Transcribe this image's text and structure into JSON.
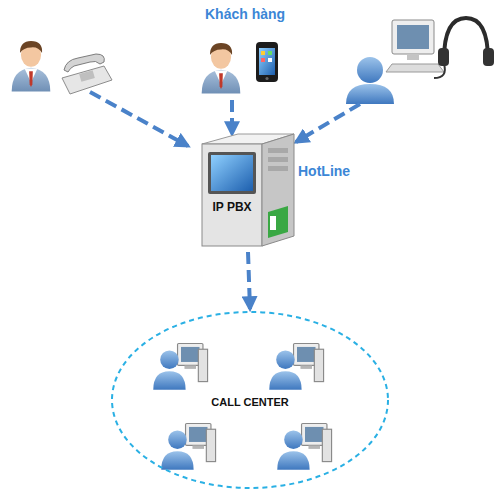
{
  "diagram": {
    "nodes": [
      {
        "text": [
          "IP PBX"
        ]
      },
      {
        "text": [
          "CALL CENTER"
        ]
      }
    ],
    "edges": [
      {
        "from": 0,
        "to": 1,
        "arrow": "to"
      }
    ],
    "labels": [
      "Khách hàng",
      "HotLine"
    ]
  }
}
